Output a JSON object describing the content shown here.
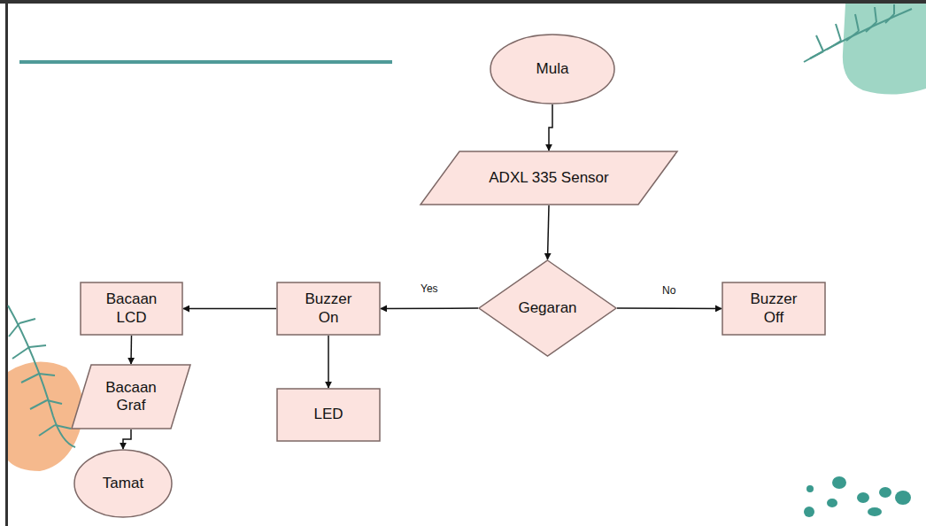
{
  "diagram": {
    "nodes": [
      {
        "text": [
          "Mula"
        ]
      },
      {
        "text": [
          "ADXL 335 Sensor"
        ]
      },
      {
        "text": [
          "Bacaan LCD"
        ]
      },
      {
        "text": [
          "Buzzer On"
        ]
      },
      {
        "text": [
          "Gegaran"
        ]
      },
      {
        "text": [
          "Buzzer Off"
        ]
      },
      {
        "text": [
          "Bacaan Graf"
        ]
      },
      {
        "text": [
          "LED"
        ]
      },
      {
        "text": [
          "Tamat"
        ]
      }
    ],
    "edges": [
      {
        "from": 0,
        "to": 1,
        "arrow": "to"
      },
      {
        "from": 1,
        "to": 4,
        "arrow": "to"
      },
      {
        "from": 4,
        "to": 3,
        "label": "Yes",
        "arrow": "to"
      },
      {
        "from": 4,
        "to": 5,
        "label": "No",
        "arrow": "to"
      },
      {
        "from": 3,
        "to": 2,
        "arrow": "to"
      },
      {
        "from": 3,
        "to": 7,
        "arrow": "to"
      },
      {
        "from": 2,
        "to": 6,
        "arrow": "to"
      },
      {
        "from": 6,
        "to": 8,
        "arrow": "to"
      }
    ]
  }
}
